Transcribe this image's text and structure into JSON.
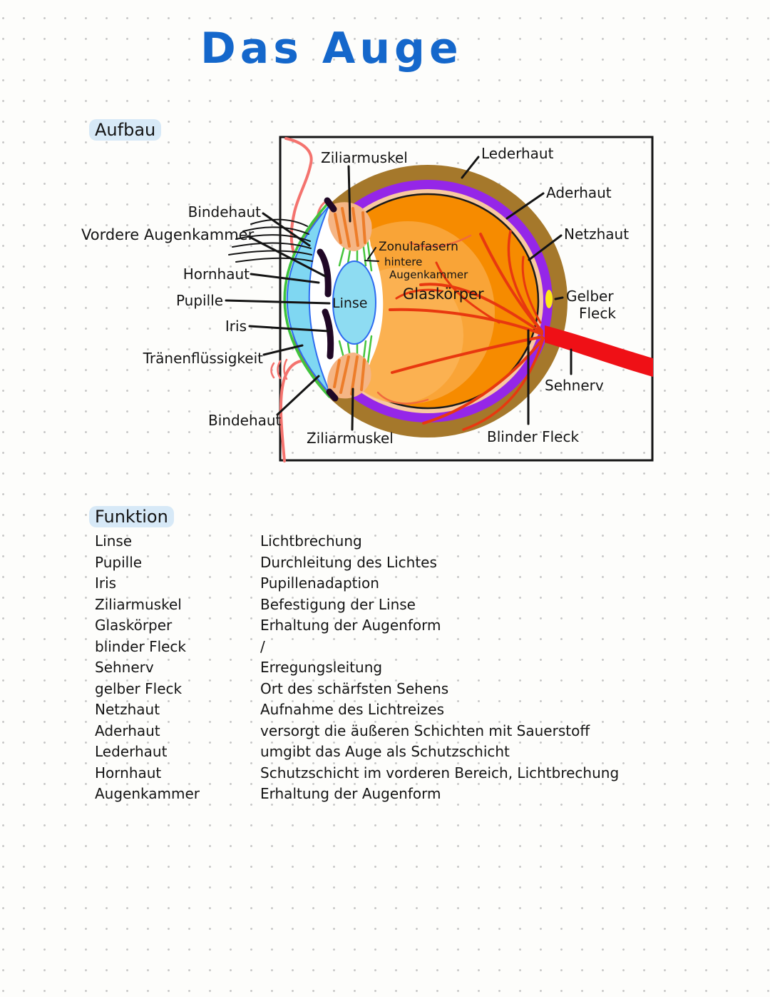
{
  "page": {
    "title": "Das Auge"
  },
  "sections": {
    "aufbau_heading": "Aufbau",
    "funktion_heading": "Funktion"
  },
  "diagram": {
    "labels": {
      "ziliarmuskel_top": "Ziliarmuskel",
      "lederhaut": "Lederhaut",
      "aderhaut": "Aderhaut",
      "netzhaut": "Netzhaut",
      "gelber_fleck_line1": "Gelber",
      "gelber_fleck_line2": "Fleck",
      "sehnerv": "Sehnerv",
      "blinder_fleck": "Blinder Fleck",
      "bindehaut_top": "Bindehaut",
      "vordere_augenkammer": "Vordere Augenkammer",
      "hornhaut": "Hornhaut",
      "pupille": "Pupille",
      "iris": "Iris",
      "traenenfluessigkeit": "Tränenflüssigkeit",
      "bindehaut_bottom": "Bindehaut",
      "ziliarmuskel_bottom": "Ziliarmuskel",
      "zonulafasern": "Zonulafasern",
      "hintere_augenkammer_line1": "hintere",
      "hintere_augenkammer_line2": "Augenkammer",
      "linse": "Linse",
      "glaskoerper": "Glaskörper"
    },
    "colors": {
      "title_blue": "#1467cb",
      "heading_highlight": "#d7e9f7",
      "ink": "#141414",
      "sclera_brown": "#a5782b",
      "choroid_purple": "#9526e8",
      "retina_peach": "#f8c9a0",
      "vitreous_orange": "#f68b00",
      "vitreous_light_orange": "#f9a437",
      "lens_blue": "#8edcf2",
      "cornea_blue": "#7fd7f2",
      "cornea_outline_green": "#3ec43e",
      "lens_outline_blue": "#2e6cf0",
      "iris_dark": "#200826",
      "ciliary_peach": "#f5b584",
      "ciliary_stroke_orange": "#ed7d2a",
      "zonular_green": "#46c53e",
      "vessel_red": "#e8380f",
      "optic_nerve_red": "#ef1016",
      "macula_yellow": "#ffe816",
      "eyelid_red": "#f4736e"
    }
  },
  "function_table": {
    "rows": [
      {
        "term": "Linse",
        "function": "Lichtbrechung"
      },
      {
        "term": "Pupille",
        "function": "Durchleitung des Lichtes"
      },
      {
        "term": "Iris",
        "function": "Pupillenadaption"
      },
      {
        "term": "Ziliarmuskel",
        "function": "Befestigung der Linse"
      },
      {
        "term": "Glaskörper",
        "function": "Erhaltung der Augenform"
      },
      {
        "term": "blinder Fleck",
        "function": "/"
      },
      {
        "term": "Sehnerv",
        "function": "Erregungsleitung"
      },
      {
        "term": "gelber Fleck",
        "function": "Ort des schärfsten Sehens"
      },
      {
        "term": "Netzhaut",
        "function": "Aufnahme des Lichtreizes"
      },
      {
        "term": "Aderhaut",
        "function": "versorgt die äußeren Schichten mit Sauerstoff"
      },
      {
        "term": "Lederhaut",
        "function": "umgibt das Auge als Schutzschicht"
      },
      {
        "term": "Hornhaut",
        "function": "Schutzschicht im vorderen Bereich, Lichtbrechung"
      },
      {
        "term": "Augenkammer",
        "function": "Erhaltung der Augenform"
      }
    ]
  }
}
